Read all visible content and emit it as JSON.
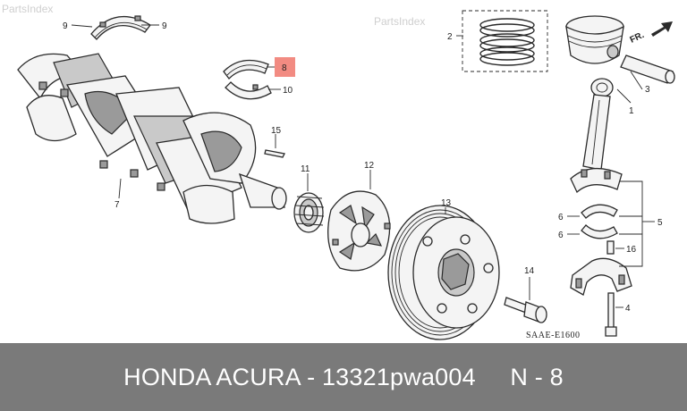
{
  "watermarks": [
    "PartsIndex",
    "PartsIndex"
  ],
  "direction_label": "FR.",
  "diagram_code": "SAAE-E1600",
  "highlight_color": "#f28b82",
  "callouts": [
    "9",
    "9",
    "8",
    "10",
    "2",
    "3",
    "1",
    "15",
    "11",
    "12",
    "13",
    "7",
    "6",
    "6",
    "5",
    "16",
    "14",
    "4"
  ],
  "footer": {
    "text": "HONDA ACURA - 13321pwa004     N - 8",
    "background": "#7a7a7a"
  }
}
